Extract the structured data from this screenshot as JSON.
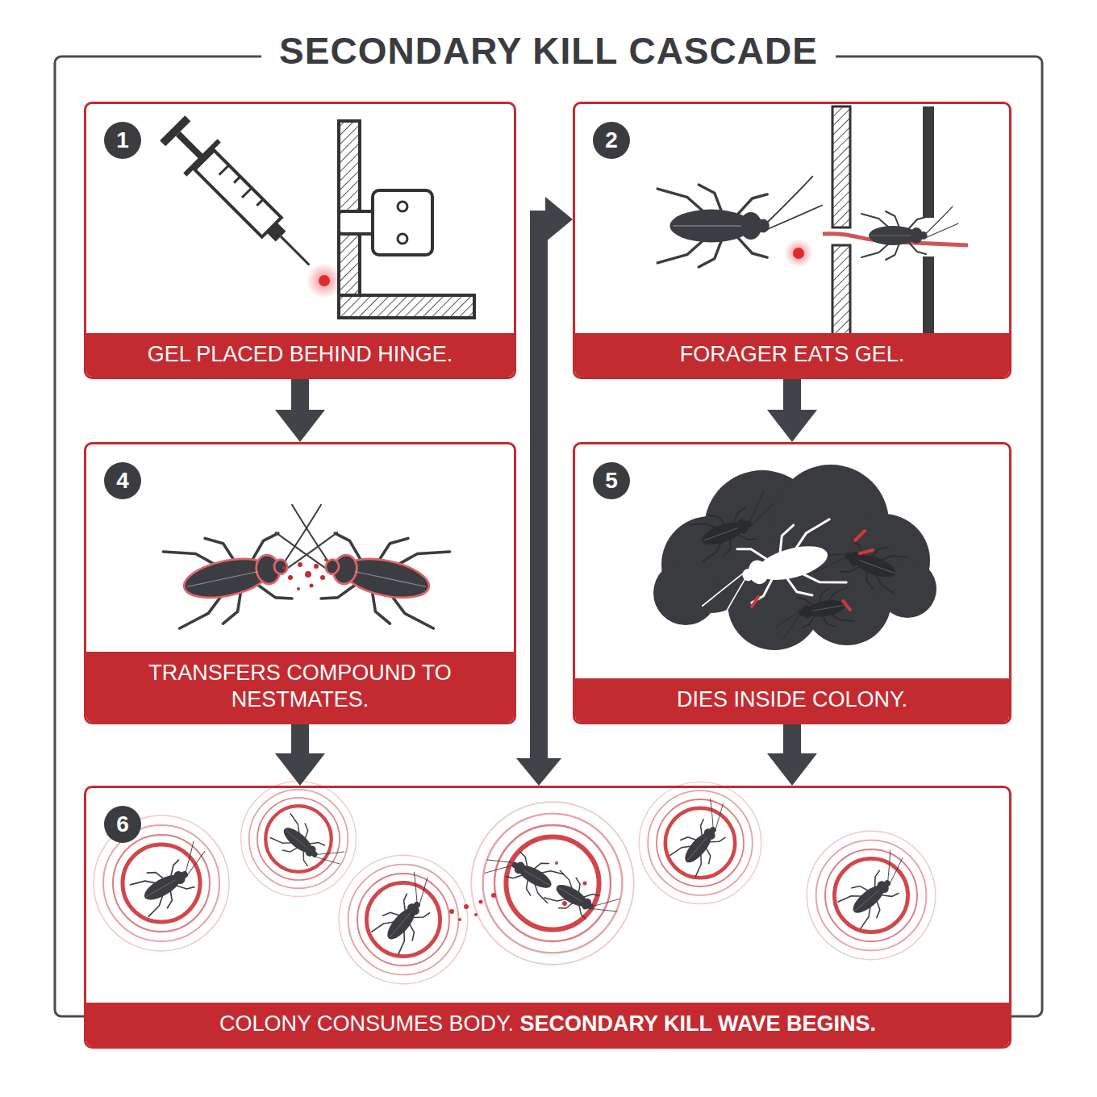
{
  "diagram": {
    "title": "SECONDARY KILL CASCADE",
    "nodes": [
      {
        "text": [
          "1",
          "GEL PLACED BEHIND HINGE."
        ]
      },
      {
        "text": [
          "2",
          "FORAGER EATS GEL."
        ]
      },
      {
        "text": [
          "4",
          "TRANSFERS COMPOUND TO NESTMATES."
        ]
      },
      {
        "text": [
          "5",
          "DIES INSIDE COLONY."
        ]
      },
      {
        "text": [
          "6",
          "COLONY CONSUMES BODY.",
          "SECONDARY KILL WAVE BEGINS."
        ]
      }
    ],
    "edges": [
      {
        "from": 0,
        "to": 2,
        "arrow": "to"
      },
      {
        "from": 1,
        "to": 3,
        "arrow": "to"
      },
      {
        "from": 2,
        "to": 4,
        "arrow": "to"
      },
      {
        "from": 3,
        "to": 4,
        "arrow": "to"
      },
      {
        "from": 4,
        "to": 1,
        "arrow": "both"
      }
    ]
  }
}
